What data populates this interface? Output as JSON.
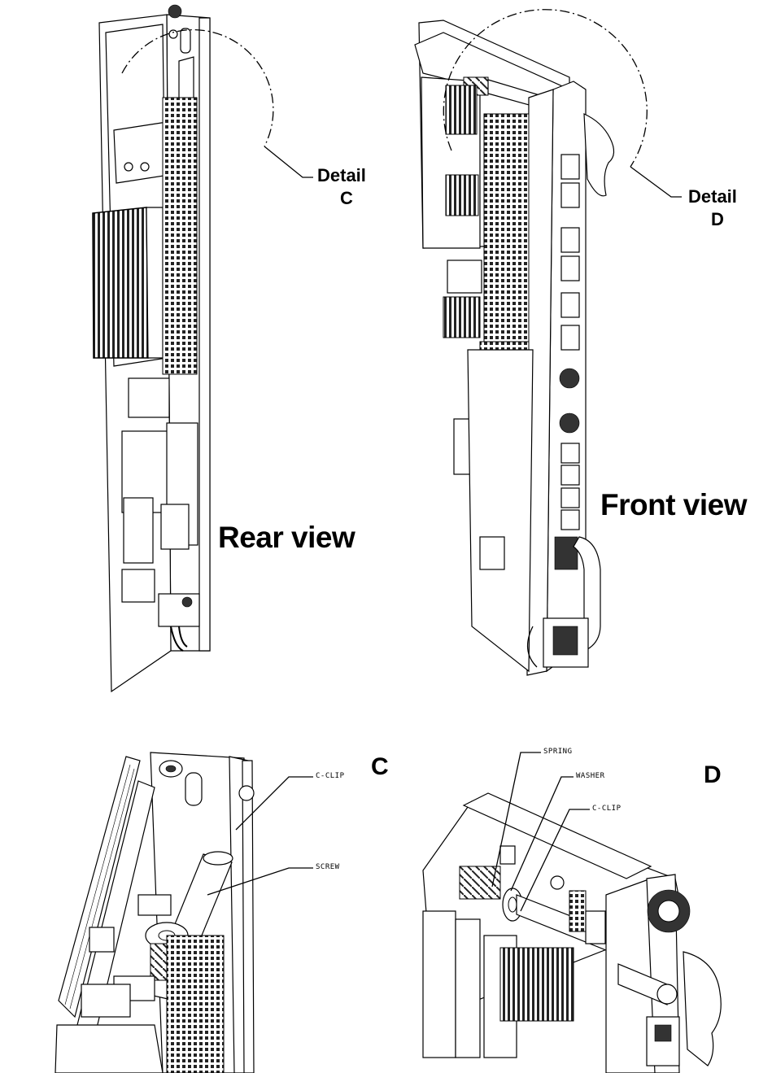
{
  "labels": {
    "detail_c_word": "Detail",
    "detail_c_letter": "C",
    "detail_d_word": "Detail",
    "detail_d_letter": "D",
    "rear_view": "Rear view",
    "front_view": "Front view",
    "c_heading": "C",
    "d_heading": "D",
    "c_clip_c": "C-CLIP",
    "screw": "SCREW",
    "spring": "SPRING",
    "washer": "WASHER",
    "c_clip_d": "C-CLIP"
  }
}
